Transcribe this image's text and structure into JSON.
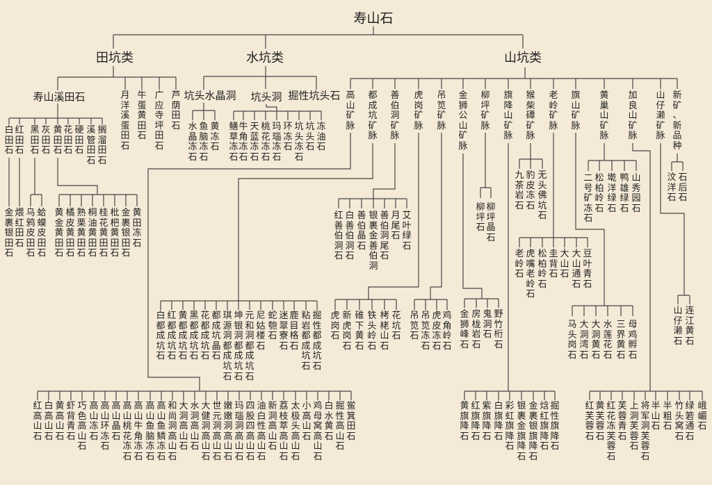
{
  "root": {
    "label": "寿山石"
  },
  "tiankeng": {
    "label": "田坑类",
    "shoushanxi": {
      "label": "寿山溪田石",
      "children": [
        {
          "label": "白田石",
          "children": [
            "金裹银田石"
          ]
        },
        {
          "label": "红田石",
          "children": [
            "煨红田石"
          ]
        },
        {
          "label": "黑田石",
          "children": [
            "乌鸦皮田石",
            "蛤蟆皮田石"
          ]
        },
        {
          "label": "灰田石"
        },
        {
          "label": "黄田石",
          "children": [
            "黄金黄田石",
            "橘皮黄田石",
            "熟栗黄田石",
            "桐油黄田石",
            "桂花黄田石",
            "枇杷黄田石",
            "金裹银田石",
            "黄田冻石"
          ]
        },
        {
          "label": "花田石"
        },
        {
          "label": "硬田石"
        },
        {
          "label": "溪管田石"
        },
        {
          "label": "搁溜田石"
        }
      ]
    },
    "others": [
      "月洋溪蛋田石",
      "牛蛋黄田石",
      "广应寺坪田石",
      "芦荫田石"
    ]
  },
  "shuikeng": {
    "label": "水坑类",
    "children": [
      {
        "label": "坑头水晶洞",
        "children": [
          "水晶冻石",
          "鱼脑冻石",
          "黄冻石"
        ]
      },
      {
        "label": "坑头洞",
        "children": [
          "鳝草冻石",
          "牛角冻石",
          "天蓝冻石",
          "桃花冻石",
          "玛瑙冻石",
          "环冻石",
          "坑头冻石",
          "坑头石",
          "冻油石"
        ]
      },
      {
        "label": "掘性坑头石"
      }
    ]
  },
  "shankeng": {
    "label": "山坑类",
    "veins": [
      {
        "label": "高山矿脉",
        "children": [
          "红高山石",
          "白高山石",
          "黄高山石",
          "虾背青石",
          "巧色高山石",
          "高山冻石",
          "高山环冻石",
          "高山晶石",
          "高山桃花冻石",
          "高山牛角冻石",
          "高山鱼脑冻石",
          "高山鱼鳞冻石",
          "和尚洞高山石",
          "大洞高山石",
          "水洞高山石",
          "大健洞高山石",
          "世元洞高山石",
          "嫩嫩洞高山石",
          "玛瑙洞高山石",
          "四股四高山石",
          "油白性高山石",
          "新洞高山石",
          "荔枝萃高山石",
          "太极头高山石",
          "小高山石",
          "鸡母窝高山石",
          "白水黄石",
          "掘性高山石",
          "鲎箕田石"
        ]
      },
      {
        "label": "都成坑矿脉",
        "children": [
          "白都成坑石",
          "红都成坑石",
          "黄都成坑石",
          "黑都成坑石",
          "花都成坑石",
          "都成坑晶石",
          "琪源洞都成坑石",
          "坤银洞都成坑石",
          "元和洞都成坑石",
          "尼姑楼石",
          "蛇匏石",
          "迷翠寮石",
          "鹿目格石",
          "粘岩都成坑石",
          "掘性都成坑石"
        ]
      },
      {
        "label": "善伯洞矿脉",
        "children": [
          "红善伯洞石",
          "白善伯洞石",
          "善伯晶石",
          "银裹金善伯洞",
          "善伯洞尾石",
          "月尾石",
          "艾叶绿石"
        ]
      },
      {
        "label": "虎岗矿脉",
        "children": [
          "虎岗石",
          "新虎岗石",
          "碓下黄石",
          "铁头岭石",
          "栲栳山石",
          "花坑石"
        ]
      },
      {
        "label": "吊笕矿脉",
        "children": [
          "吊笕石",
          "吊笕冻石",
          "虎皮冻石",
          "鸡角岭石"
        ]
      },
      {
        "label": "金狮公山矿脉",
        "children": [
          "金狮峰石",
          "房栊岩石",
          "鬼洞石",
          "野竹桁石"
        ]
      },
      {
        "label": "柳坪矿脉",
        "children": [
          "柳坪石",
          "柳坪晶石"
        ]
      },
      {
        "label": "旗降山矿脉",
        "children": [
          "黄旗降石",
          "红旗降石",
          "紫旗降石",
          "白旗降石",
          "彩虹旗降石",
          "银裹金旗降石",
          "金裹银旗降石",
          "焓红旗降石",
          "掘性旗降石"
        ]
      },
      {
        "label": "猴柴磹矿脉",
        "children": [
          "九茶岩石",
          "豹皮冻石",
          "无头佛坑石"
        ]
      },
      {
        "label": "老岭矿脉",
        "children": [
          "老岭石",
          "虎嘴老岭石",
          "松柏岭石",
          "圭背石",
          "大山石",
          "大山通石",
          "豆叶青石"
        ]
      },
      {
        "label": "旗山矿脉",
        "children": [
          "马头岗石",
          "大洞湾石",
          "大洞黄石",
          "水莲花石",
          "三界黄石",
          "母鸡孵石"
        ]
      },
      {
        "label": "黄巢山矿脉",
        "children": [
          "二号矿冻石",
          "松柏岭石",
          "墘洋绿石",
          "鸭雄绿石",
          "山秀园石"
        ]
      },
      {
        "label": "加良山矿脉",
        "children": [
          "红芙蓉石",
          "黄芙蓉石",
          "红花冻芙蓉石",
          "芙蓉青石",
          "上洞芙蓉石",
          "将军洞芙蓉石",
          "半山石",
          "半粗石",
          "竹头窝石",
          "绿箬通石",
          "峨嵋石"
        ]
      },
      {
        "label": "山仔濑矿脉",
        "children": [
          "山仔濑石",
          "连江黄石"
        ]
      },
      {
        "label": "新矿、新品种",
        "children": [
          "汶洋石",
          "石后石"
        ]
      }
    ]
  },
  "colors": {
    "background": "#f5ead7",
    "line": "#454545",
    "text": "#222222"
  }
}
